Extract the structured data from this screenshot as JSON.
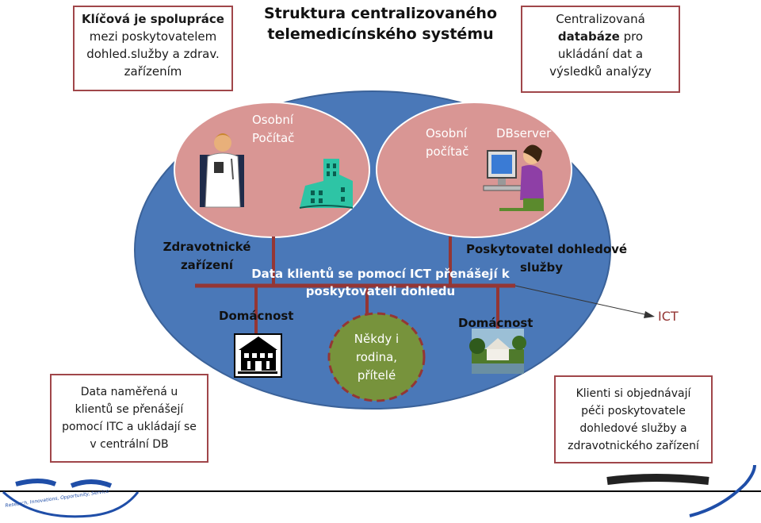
{
  "title": {
    "line1": "Struktura centralizovaného",
    "line2": "telemedicínského systému"
  },
  "box_top_left": {
    "bold": "Klíčová je spolupráce",
    "line2": "mezi poskytovatelem",
    "line3": "dohled.služby a zdrav.",
    "line4": "zařízením"
  },
  "box_top_right": {
    "line1": "Centralizovaná",
    "bold": "databáze",
    "line2_rest": " pro",
    "line3": "ukládání dat a",
    "line4": "výsledků  analýzy"
  },
  "left_circle": {
    "line1": "Osobní",
    "line2": "Počítač"
  },
  "right_circle": {
    "pc_line1": "Osobní",
    "pc_line2": "počítač",
    "db": "DBserver"
  },
  "label_left_facility": {
    "line1": "Zdravotnické",
    "line2": "zařízení"
  },
  "label_right_provider": {
    "line1": "Poskytovatel dohledové",
    "line2": "služby"
  },
  "bus_text": {
    "line1": "Data klientů se pomocí ICT přenášejí k",
    "line2": "poskytovateli dohledu"
  },
  "household_left": "Domácnost",
  "household_right": "Domácnost",
  "family_circle": {
    "line1": "Někdy i",
    "line2": "rodina,",
    "line3": "přítelé"
  },
  "ict_label": "ICT",
  "box_bottom_left": {
    "line1": "Data naměřená u",
    "line2": "klientů se přenášejí",
    "line3": "pomocí ITC a ukládají se",
    "line4": "v centrální DB"
  },
  "box_bottom_right": {
    "line1": "Klienti  si objednávají",
    "line2": "péči poskytovatele",
    "line3": "dohledové služby a",
    "line4": "zdravotnického zařízení"
  },
  "logo_left_tagline": "Research, Innovations, Opportunity, Service",
  "colors": {
    "big_ellipse": "#4a78b8",
    "inner_circle": "#d99694",
    "bus_line": "#943634",
    "family_circle": "#77933c",
    "box_border": "#a0464a"
  }
}
